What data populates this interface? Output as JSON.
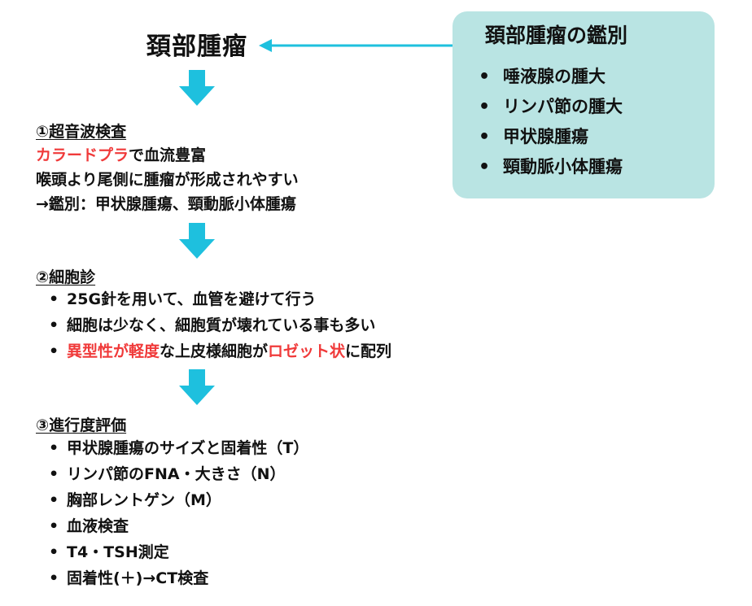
{
  "title": "頚部腫瘤",
  "ddx": {
    "title": "頚部腫瘤の鑑別",
    "items": [
      "唾液腺の腫大",
      "リンパ節の腫大",
      "甲状腺腫瘍",
      "頸動脈小体腫瘍"
    ]
  },
  "step1": {
    "heading": "①超音波検査",
    "line1_red": "カラードプラ",
    "line1_rest": "で血流豊富",
    "line2": "喉頭より尾側に腫瘤が形成されやすい",
    "line3": "→鑑別：甲状腺腫瘍、頸動脈小体腫瘍"
  },
  "step2": {
    "heading": "②細胞診",
    "item1": "25G針を用いて、血管を避けて行う",
    "item2": "細胞は少なく、細胞質が壊れている事も多い",
    "item3_red1": "異型性が軽度",
    "item3_mid": "な上皮様細胞が",
    "item3_red2": "ロゼット状",
    "item3_end": "に配列"
  },
  "step3": {
    "heading": "③進行度評価",
    "items": [
      "甲状腺腫瘍のサイズと固着性（T）",
      "リンパ節のFNA・大きさ（N）",
      "胸部レントゲン（M）",
      "血液検査",
      "T4・TSH測定",
      "固着性(＋)→CT検査"
    ]
  },
  "colors": {
    "arrow": "#1ec0de",
    "highlight": "#f03a3a",
    "box": "#b9e4e3"
  }
}
